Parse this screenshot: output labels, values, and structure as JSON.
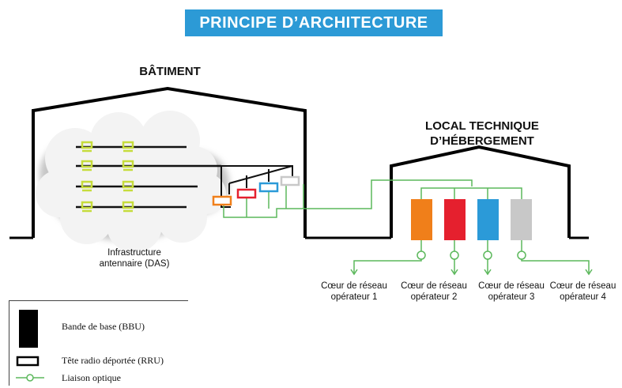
{
  "title": "PRINCIPE D’ARCHITECTURE",
  "building": {
    "label": "BÂTIMENT",
    "das_label_line1": "Infrastructure",
    "das_label_line2": "antennaire (DAS)"
  },
  "tech_room": {
    "label_line1": "LOCAL TECHNIQUE",
    "label_line2": "D’HÉBERGEMENT"
  },
  "operators": [
    {
      "line1": "Cœur de réseau",
      "line2": "opérateur 1",
      "color": "#f07f1a"
    },
    {
      "line1": "Cœur de réseau",
      "line2": "opérateur 2",
      "color": "#e5202e"
    },
    {
      "line1": "Cœur de réseau",
      "line2": "opérateur 3",
      "color": "#2b9ad8"
    },
    {
      "line1": "Cœur de réseau",
      "line2": "opérateur 4",
      "color": "#c8c8c8"
    }
  ],
  "legend": {
    "bbu": "Bande de base (BBU)",
    "rru": "Tête radio déportée (RRU)",
    "fiber": "Liaison optique"
  },
  "colors": {
    "fiber": "#5cb85c",
    "antenna": "#c6dc3c",
    "banner": "#2c9ad6"
  }
}
